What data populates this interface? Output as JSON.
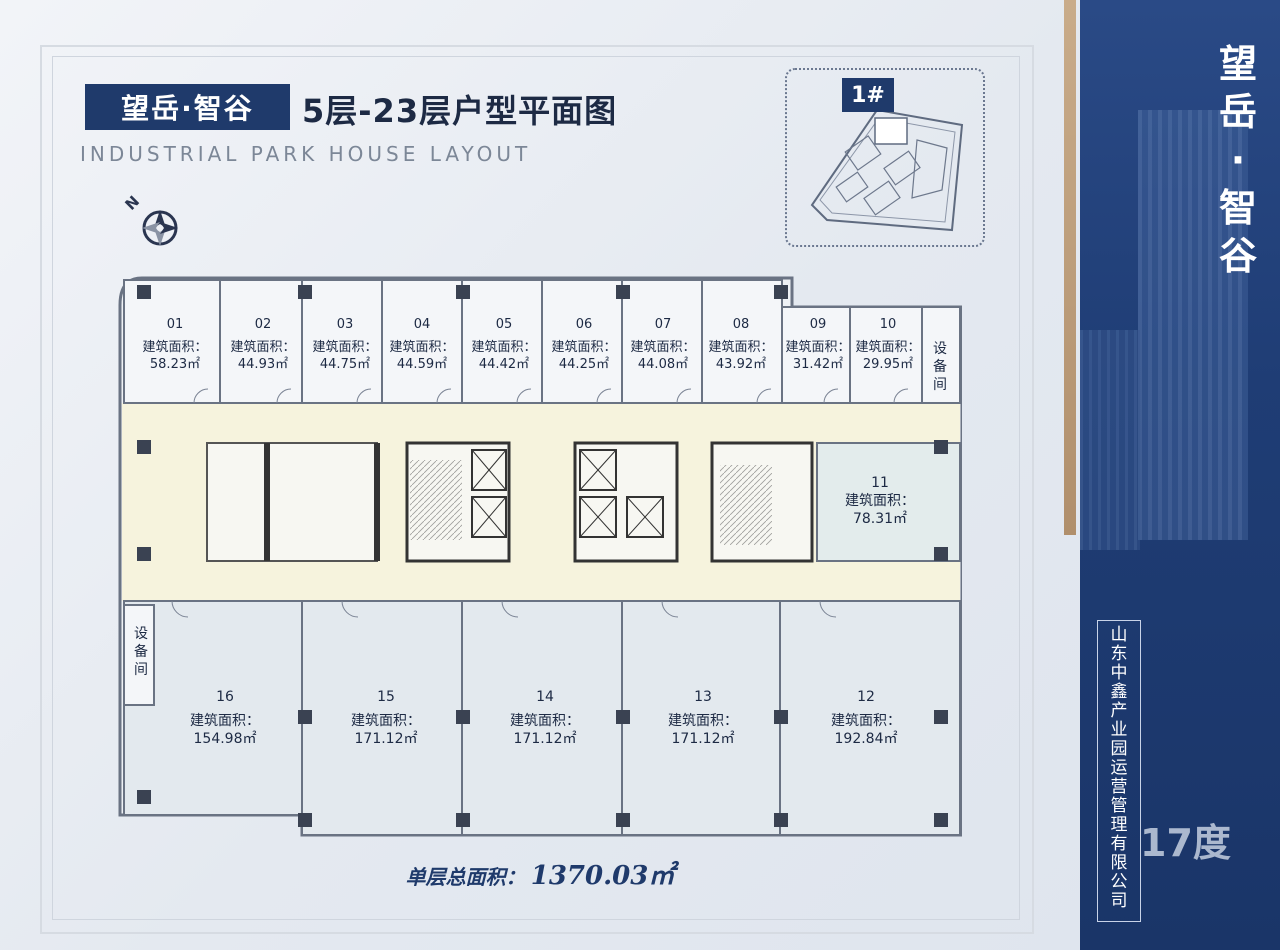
{
  "header": {
    "project_name": "望岳·智谷",
    "title": "5层-23层户型平面图",
    "subtitle": "INDUSTRIAL PARK HOUSE LAYOUT"
  },
  "compass": {
    "label": "N"
  },
  "site_map": {
    "building_tag": "1#"
  },
  "area_label": "建筑面积：",
  "units_top": [
    {
      "id": "01",
      "area": "58.23㎡"
    },
    {
      "id": "02",
      "area": "44.93㎡"
    },
    {
      "id": "03",
      "area": "44.75㎡"
    },
    {
      "id": "04",
      "area": "44.59㎡"
    },
    {
      "id": "05",
      "area": "44.42㎡"
    },
    {
      "id": "06",
      "area": "44.25㎡"
    },
    {
      "id": "07",
      "area": "44.08㎡"
    },
    {
      "id": "08",
      "area": "43.92㎡"
    },
    {
      "id": "09",
      "area": "31.42㎡"
    },
    {
      "id": "10",
      "area": "29.95㎡"
    }
  ],
  "unit_11": {
    "id": "11",
    "area": "78.31㎡"
  },
  "units_bottom": [
    {
      "id": "16",
      "area": "154.98㎡"
    },
    {
      "id": "15",
      "area": "171.12㎡"
    },
    {
      "id": "14",
      "area": "171.12㎡"
    },
    {
      "id": "13",
      "area": "171.12㎡"
    },
    {
      "id": "12",
      "area": "192.84㎡"
    }
  ],
  "equipment_room": "设备间",
  "total": {
    "label": "单层总面积：",
    "value": "1370.03㎡"
  },
  "sidebar": {
    "brand_vertical": "望岳·智谷",
    "company": "山东中鑫产业园运营管理有限公司",
    "watermark": "17度"
  },
  "colors": {
    "navy": "#1f3a6b",
    "corridor": "#f6f3dd",
    "unit_fill": "#f4f6f9",
    "large_unit_fill": "#e3e9ee",
    "gold": "#c2a37f"
  }
}
